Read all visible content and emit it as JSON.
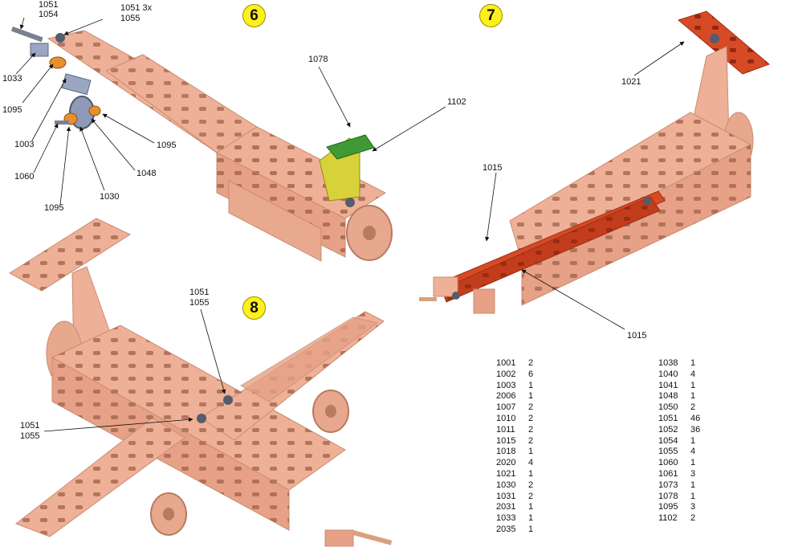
{
  "steps": {
    "s6": "6",
    "s7": "7",
    "s8": "8"
  },
  "callouts": {
    "c1051a": "1051",
    "c1054": "1054",
    "c1051_3x": "1051 3x",
    "c1055a": "1055",
    "c1033": "1033",
    "c1095a": "1095",
    "c1003": "1003",
    "c1060": "1060",
    "c1095b": "1095",
    "c1030": "1030",
    "c1048": "1048",
    "c1095c": "1095",
    "c1078": "1078",
    "c1102": "1102",
    "c1021": "1021",
    "c1015a": "1015",
    "c1015b": "1015",
    "c1051b": "1051",
    "c1055b": "1055",
    "c1051c": "1051",
    "c1055c": "1055"
  },
  "parts_left": [
    {
      "part": "1001",
      "qty": "2"
    },
    {
      "part": "1002",
      "qty": "6"
    },
    {
      "part": "1003",
      "qty": "1"
    },
    {
      "part": "2006",
      "qty": "1"
    },
    {
      "part": "1007",
      "qty": "2"
    },
    {
      "part": "1010",
      "qty": "2"
    },
    {
      "part": "1011",
      "qty": "2"
    },
    {
      "part": "1015",
      "qty": "2"
    },
    {
      "part": "1018",
      "qty": "1"
    },
    {
      "part": "2020",
      "qty": "4"
    },
    {
      "part": "1021",
      "qty": "1"
    },
    {
      "part": "1030",
      "qty": "2"
    },
    {
      "part": "1031",
      "qty": "2"
    },
    {
      "part": "2031",
      "qty": "1"
    },
    {
      "part": "1033",
      "qty": "1"
    },
    {
      "part": "2035",
      "qty": "1"
    }
  ],
  "parts_right": [
    {
      "part": "1038",
      "qty": "1"
    },
    {
      "part": "1040",
      "qty": "4"
    },
    {
      "part": "1041",
      "qty": "1"
    },
    {
      "part": "1048",
      "qty": "1"
    },
    {
      "part": "1050",
      "qty": "2"
    },
    {
      "part": "1051",
      "qty": "46"
    },
    {
      "part": "1052",
      "qty": "36"
    },
    {
      "part": "1054",
      "qty": "1"
    },
    {
      "part": "1055",
      "qty": "4"
    },
    {
      "part": "1060",
      "qty": "1"
    },
    {
      "part": "1061",
      "qty": "3"
    },
    {
      "part": "1073",
      "qty": "1"
    },
    {
      "part": "1078",
      "qty": "1"
    },
    {
      "part": "1095",
      "qty": "3"
    },
    {
      "part": "1102",
      "qty": "2"
    }
  ],
  "colors": {
    "copper": "#eeb197",
    "copper_dark": "#c98b72",
    "copper_hole": "#a86a52",
    "red": "#d64a25",
    "red_dark": "#9e2f15",
    "yellow": "#d8d23a",
    "green": "#3f9a35",
    "steel": "#9aa6c2",
    "orange": "#e8902e",
    "step_yellow": "#ffef1a"
  }
}
